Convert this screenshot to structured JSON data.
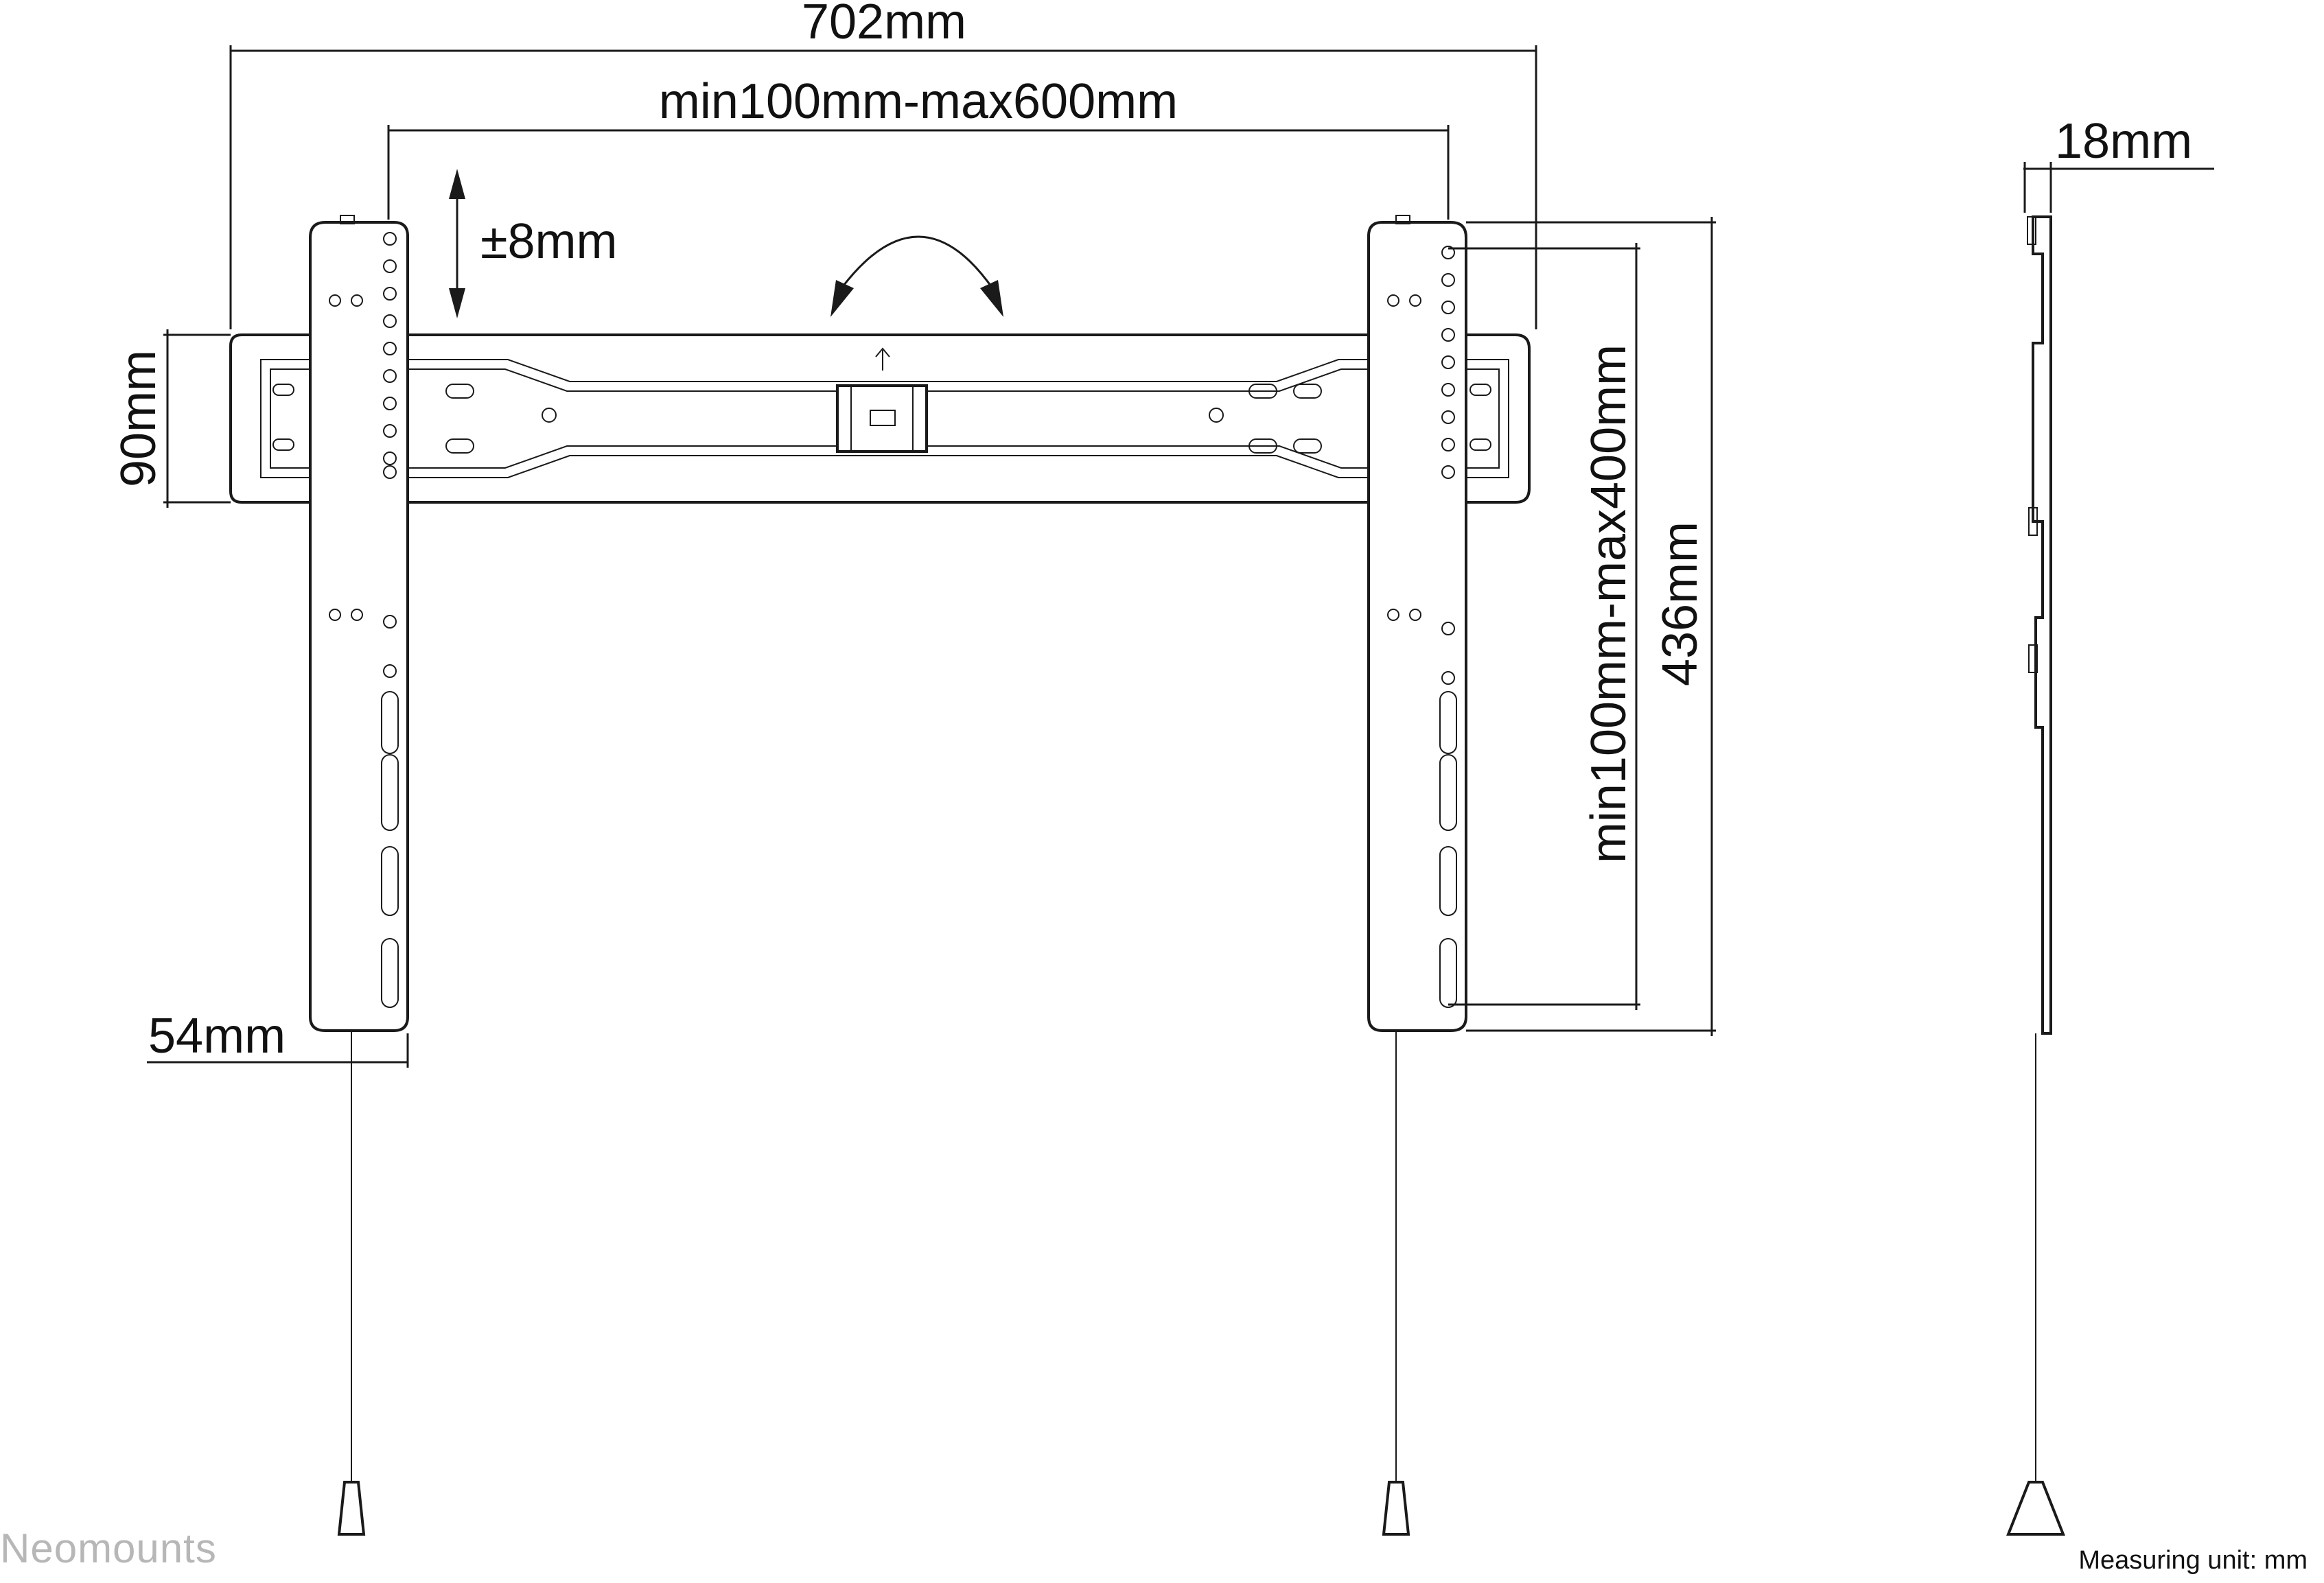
{
  "dimensions": {
    "overall_width": "702mm",
    "vesa_horizontal": "min100mm-max600mm",
    "vertical_adjust": "±8mm",
    "rail_height": "90mm",
    "arm_width": "54mm",
    "arm_length": "436mm",
    "vesa_vertical": "min100mm-max400mm",
    "depth": "18mm"
  },
  "footer": {
    "brand": "Neomounts",
    "unit_note": "Measuring unit: mm"
  }
}
